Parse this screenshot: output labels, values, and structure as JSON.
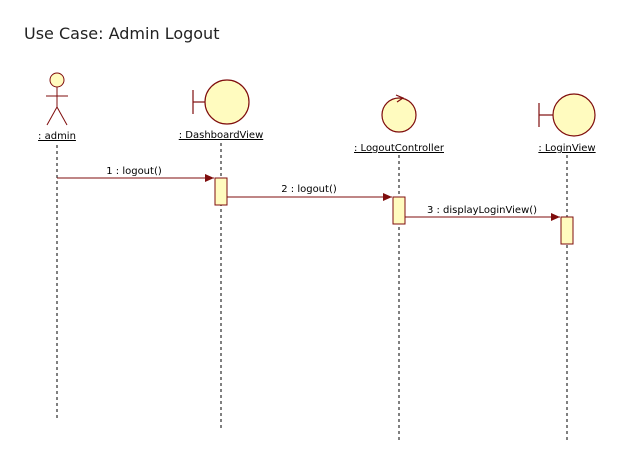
{
  "title": "Use Case: Admin Logout",
  "colors": {
    "fill": "#fffbbf",
    "stroke": "#7f0d0d",
    "line": "#000000"
  },
  "participants": [
    {
      "id": "admin",
      "label": ": admin",
      "kind": "actor"
    },
    {
      "id": "dashboard",
      "label": ": DashboardView",
      "kind": "boundary"
    },
    {
      "id": "controller",
      "label": ": LogoutController",
      "kind": "control"
    },
    {
      "id": "login",
      "label": ": LoginView",
      "kind": "boundary"
    }
  ],
  "messages": [
    {
      "label": "1 : logout()",
      "from": "admin",
      "to": "dashboard"
    },
    {
      "label": "2 : logout()",
      "from": "dashboard",
      "to": "controller"
    },
    {
      "label": "3 : displayLoginView()",
      "from": "controller",
      "to": "login"
    }
  ]
}
